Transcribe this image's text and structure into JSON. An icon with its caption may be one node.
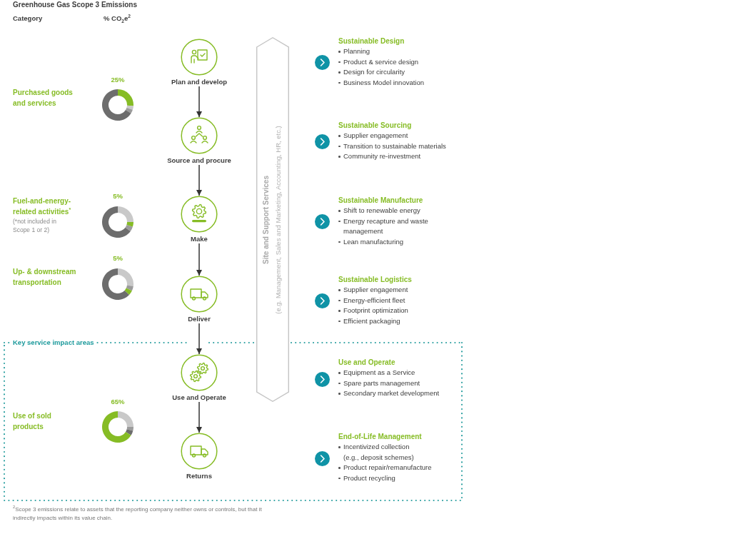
{
  "diagram": {
    "title": "Greenhouse Gas Scope 3 Emissions",
    "caption": "$^{2}$Scope 3 emissions relate to assets that the reporting company neither owns or controls, but that it indirectly impacts within its value chain.",
    "nodes": [
      {
        "text": [
          "Plan and develop"
        ]
      },
      {
        "text": [
          "Source and procure"
        ]
      },
      {
        "text": [
          "Make"
        ]
      },
      {
        "text": [
          "Deliver"
        ]
      },
      {
        "text": [
          "Key service impact areas"
        ]
      },
      {
        "text": [
          "Use and Operate"
        ],
        "in": 4
      },
      {
        "text": [
          "Returns"
        ],
        "in": 4
      },
      {
        "text": [
          "Site and Support Services",
          "(e.g. Management, Sales and Marketing, Accounting, HR, etc.)"
        ]
      }
    ],
    "edges": [
      {
        "from": 0,
        "to": 1,
        "arrow": "to"
      },
      {
        "from": 1,
        "to": 2,
        "arrow": "to"
      },
      {
        "from": 2,
        "to": 3,
        "arrow": "to"
      },
      {
        "from": 3,
        "to": 5,
        "arrow": "to"
      },
      {
        "from": 5,
        "to": 6,
        "arrow": "to"
      }
    ],
    "labels": [
      "Category",
      "% CO$_{2}$e$^{2}$",
      "25%",
      "Purchased goods and services",
      "5%",
      "Fuel-and-energy-related activities$^{*}$",
      "(*not included in Scope 1 or 2)",
      "5%",
      "Up- & downstream transportation",
      "65%",
      "Use of sold products",
      "Sustainable Design",
      "Planning",
      "Product & service design",
      "Design for circularity",
      "Business Model innovation",
      "Sustainable Sourcing",
      "Supplier engagement",
      "Transition to sustainable materials",
      "Community re-investment",
      "Sustainable Manufacture",
      "Shift to renewable energy",
      "Energy recapture and waste management",
      "Lean manufacturing",
      "Sustainable Logistics",
      "Supplier engagement",
      "Energy-efficient fleet",
      "Footprint optimization",
      "Efficient packaging",
      "Use and Operate",
      "Equipment as a Service",
      "Spare parts management",
      "Secondary market development",
      "End-of-Life Management",
      "Incentivized collection (e.g., deposit schemes)",
      "Product repair/remanufacture",
      "Product recycling"
    ]
  }
}
